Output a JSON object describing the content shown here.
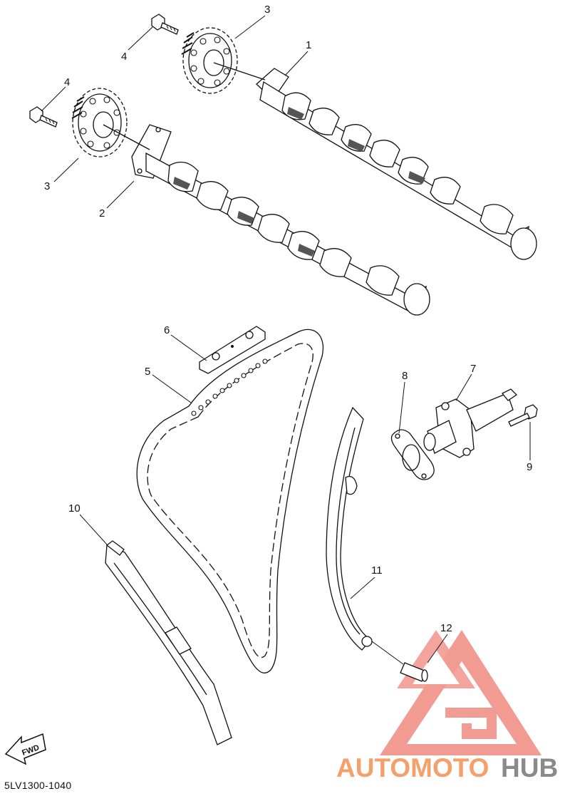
{
  "diagram": {
    "callouts": [
      {
        "id": "callout-1",
        "text": "1"
      },
      {
        "id": "callout-2",
        "text": "2"
      },
      {
        "id": "callout-3a",
        "text": "3"
      },
      {
        "id": "callout-3b",
        "text": "3"
      },
      {
        "id": "callout-4a",
        "text": "4"
      },
      {
        "id": "callout-4b",
        "text": "4"
      },
      {
        "id": "callout-5",
        "text": "5"
      },
      {
        "id": "callout-6",
        "text": "6"
      },
      {
        "id": "callout-7",
        "text": "7"
      },
      {
        "id": "callout-8",
        "text": "8"
      },
      {
        "id": "callout-9",
        "text": "9"
      },
      {
        "id": "callout-10",
        "text": "10"
      },
      {
        "id": "callout-11",
        "text": "11"
      },
      {
        "id": "callout-12",
        "text": "12"
      }
    ],
    "fwd_label": "FWD",
    "part_code": "5LV1300-1040"
  },
  "watermark": {
    "part1": "AUTOMOTO",
    "part2": "HUB",
    "color_part1": "#f5a06a",
    "color_part2": "#8a8a8a",
    "logo_color": "#f08a80"
  }
}
